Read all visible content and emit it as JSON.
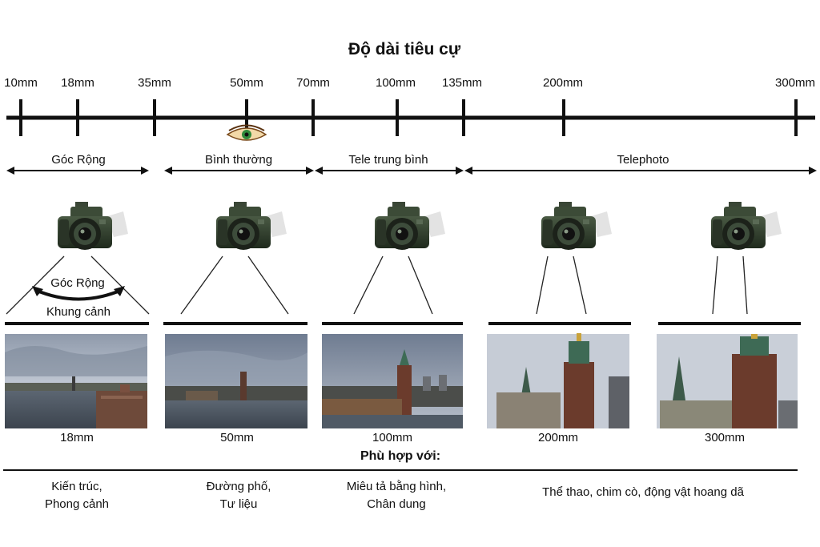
{
  "title": "Độ dài tiêu cự",
  "scale": {
    "ticks": [
      "10mm",
      "18mm",
      "35mm",
      "50mm",
      "70mm",
      "100mm",
      "135mm",
      "200mm",
      "300mm"
    ]
  },
  "ranges": [
    {
      "label": "Góc Rộng"
    },
    {
      "label": "Bình thường"
    },
    {
      "label": "Tele trung bình"
    },
    {
      "label": "Telephoto"
    }
  ],
  "angle_labels": {
    "top": "Góc Rộng",
    "bottom": "Khung cảnh"
  },
  "photos": [
    {
      "label": "18mm"
    },
    {
      "label": "50mm"
    },
    {
      "label": "100mm"
    },
    {
      "label": "200mm"
    },
    {
      "label": "300mm"
    }
  ],
  "suitable_for": {
    "heading": "Phù hợp với:",
    "items": [
      {
        "line1": "Kiến trúc,",
        "line2": "Phong cảnh"
      },
      {
        "line1": "Đường phố,",
        "line2": "Tư liệu"
      },
      {
        "line1": "Miêu tả bằng hình,",
        "line2": "Chân dung"
      },
      {
        "line1": "Thể thao, chim cò, động vật hoang dã",
        "line2": ""
      }
    ]
  },
  "colors": {
    "line": "#111111",
    "sky": "#a9b3c2",
    "water": "#4f5865",
    "tower": "#6b3b2c",
    "camera": "#2f3a2c"
  }
}
